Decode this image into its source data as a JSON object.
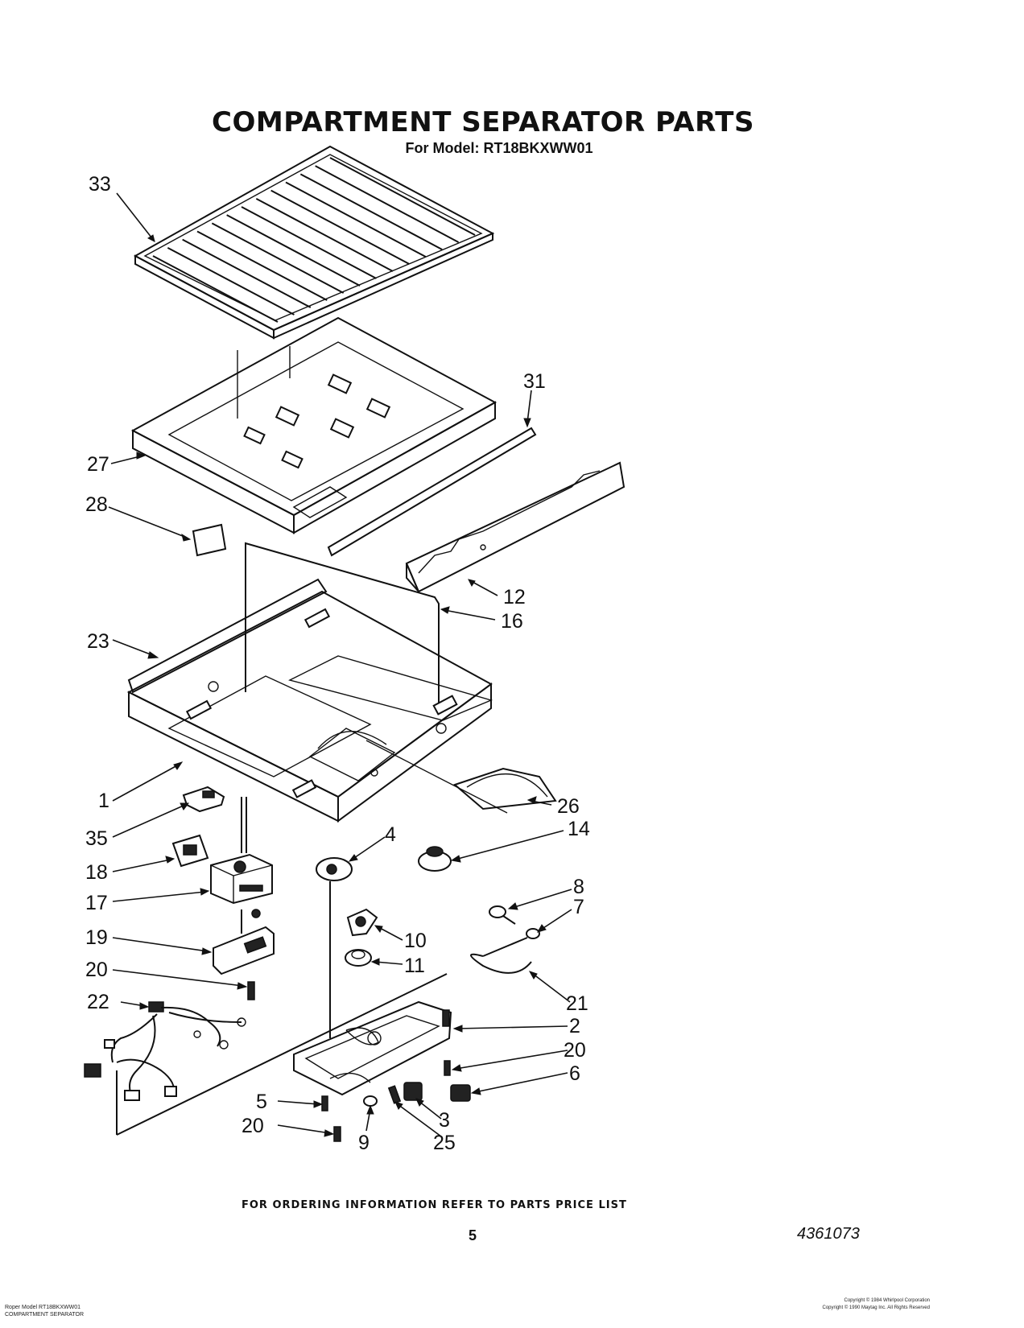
{
  "title": "COMPARTMENT SEPARATOR PARTS",
  "subtitle": "For Model: RT18BKXWW01",
  "ordering_note": "FOR ORDERING INFORMATION REFER TO PARTS PRICE LIST",
  "page_number": "5",
  "document_number": "4361073",
  "footer_left": [
    "Roper Model RT18BKXWW01",
    "COMPARTMENT SEPARATOR"
  ],
  "footer_right": [
    "Copyright © 1984 Whirlpool Corporation",
    "Copyright © 1990 Maytag Inc. All Rights Reserved"
  ],
  "part_labels": {
    "p33": "33",
    "p31": "31",
    "p27": "27",
    "p28": "28",
    "p12": "12",
    "p16": "16",
    "p23": "23",
    "p1": "1",
    "p26": "26",
    "p35": "35",
    "p14": "14",
    "p4": "4",
    "p18": "18",
    "p17": "17",
    "p8": "8",
    "p7": "7",
    "p19": "19",
    "p10": "10",
    "p11": "11",
    "p20a": "20",
    "p21": "21",
    "p22": "22",
    "p2": "2",
    "p20b": "20",
    "p6": "6",
    "p5": "5",
    "p3": "3",
    "p20c": "20",
    "p9": "9",
    "p25": "25"
  }
}
